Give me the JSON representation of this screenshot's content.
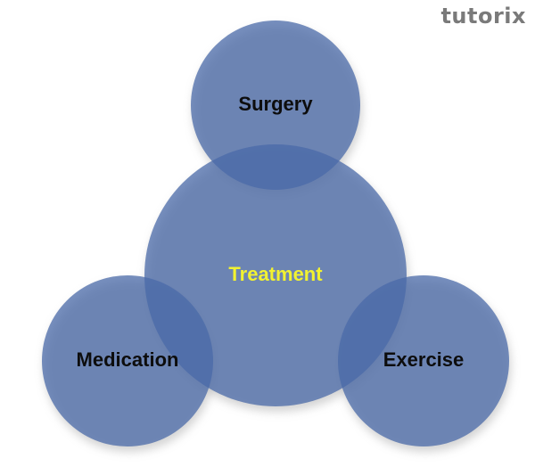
{
  "logo": {
    "text": "tutorix",
    "color": "#7a7a7a"
  },
  "diagram": {
    "type": "venn-like cluster",
    "circle_fill": "#4a6aa8",
    "circle_opacity": 0.75,
    "shadow_color": "#b0b0b0",
    "nodes": [
      {
        "id": "surgery",
        "label": "Surgery",
        "text_color": "#0d0d0d"
      },
      {
        "id": "treatment",
        "label": "Treatment",
        "text_color": "#f2f230"
      },
      {
        "id": "medication",
        "label": "Medication",
        "text_color": "#0d0d0d"
      },
      {
        "id": "exercise",
        "label": "Exercise",
        "text_color": "#0d0d0d"
      }
    ]
  }
}
